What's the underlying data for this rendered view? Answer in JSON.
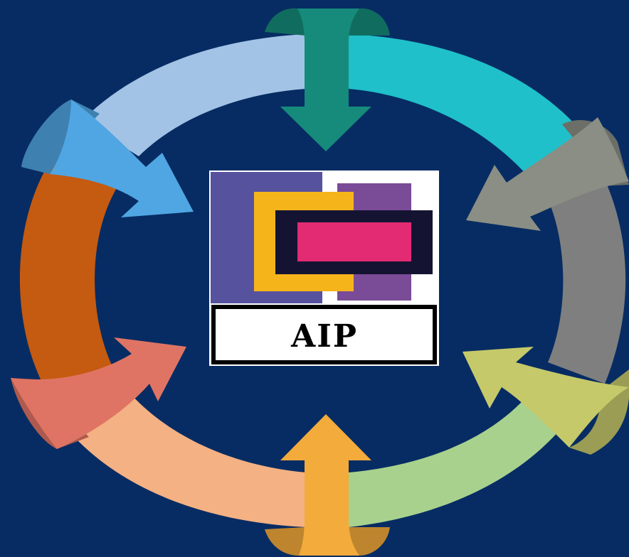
{
  "background": "#072c63",
  "logo": {
    "text": "AIP",
    "colors": {
      "frame": "#ffffff",
      "left_panel": "#57529e",
      "right_panel": "#7a4b97",
      "yellow_frame": "#f6b41b",
      "dark_band": "#141432",
      "magenta_bar": "#e32b73",
      "text": "#000000"
    }
  },
  "cycle": {
    "segments": [
      {
        "name": "top-right",
        "color": "#1fc0ca"
      },
      {
        "name": "right-top",
        "color": "#8a8e84"
      },
      {
        "name": "right",
        "color": "#7f7f7f"
      },
      {
        "name": "right-bottom",
        "color": "#c5c96a"
      },
      {
        "name": "bottom-right",
        "color": "#a8d18d"
      },
      {
        "name": "bottom",
        "color": "#f3ab3b"
      },
      {
        "name": "bottom-left",
        "color": "#f4b183"
      },
      {
        "name": "left-bottom",
        "color": "#e07464"
      },
      {
        "name": "left",
        "color": "#c55a11"
      },
      {
        "name": "left-top",
        "color": "#4fa6e2"
      },
      {
        "name": "top-left",
        "color": "#a3c3e6"
      },
      {
        "name": "top",
        "color": "#168b7b"
      }
    ]
  }
}
